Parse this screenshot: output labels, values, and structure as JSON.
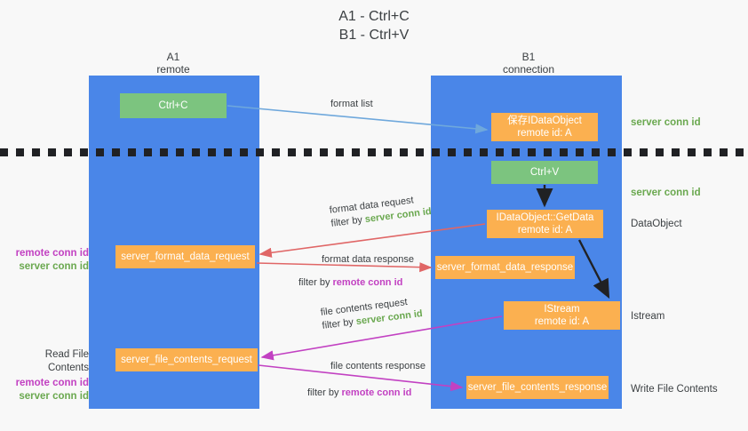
{
  "title": {
    "line1": "A1 - Ctrl+C",
    "line2": "B1 - Ctrl+V"
  },
  "columns": {
    "left": {
      "name": "A1",
      "role": "remote"
    },
    "right": {
      "name": "B1",
      "role": "connection"
    }
  },
  "nodes": {
    "ctrl_c": {
      "label": "Ctrl+C",
      "color": "#7cc47f"
    },
    "idataobject": {
      "label": "保存IDataObject",
      "sub": "remote id: A",
      "color": "#fbb050"
    },
    "ctrl_v": {
      "label": "Ctrl+V",
      "color": "#7cc47f"
    },
    "getdata": {
      "label": "IDataObject::GetData",
      "sub": "remote id: A",
      "color": "#fbb050"
    },
    "server_format_data_request": {
      "label": "server_format_data_request",
      "color": "#fbb050"
    },
    "server_format_data_response": {
      "label": "server_format_data_response",
      "color": "#fbb050"
    },
    "istream": {
      "label": "IStream",
      "sub": "remote id: A",
      "color": "#fbb050"
    },
    "server_file_contents_request": {
      "label": "server_file_contents_request",
      "color": "#fbb050"
    },
    "server_file_contents_response": {
      "label": "server_file_contents_response",
      "color": "#fbb050"
    }
  },
  "edges": {
    "format_list": "format list",
    "format_data_request": "format data request",
    "format_data_request_filter_prefix": "filter by ",
    "format_data_request_filter_key": "server conn id",
    "format_data_response": "format data response",
    "format_data_response_filter_prefix": "filter by ",
    "format_data_response_filter_key": "remote conn id",
    "file_contents_request": "file contents request",
    "file_contents_request_filter_prefix": "filter by ",
    "file_contents_request_filter_key": "server conn id",
    "file_contents_response": "file contents response",
    "file_contents_response_filter_prefix": "filter by ",
    "file_contents_response_filter_key": "remote conn id"
  },
  "annotations": {
    "right": {
      "server_conn_id_top": "server conn id",
      "server_conn_id_mid": "server conn id",
      "dataobject": "DataObject",
      "istream": "Istream",
      "write_file_contents": "Write File Contents"
    },
    "left": {
      "remote_conn_id_1": "remote conn id",
      "server_conn_id_1": "server conn id",
      "read_file_contents": "Read File Contents",
      "remote_conn_id_2": "remote conn id",
      "server_conn_id_2": "server conn id"
    }
  },
  "colors": {
    "lane": "#4a86e8",
    "green_box": "#7cc47f",
    "orange_box": "#fbb050",
    "green_text": "#6aa84f",
    "purple_text": "#c241c2",
    "blue_arrow": "#6fa8dc",
    "red_arrow": "#e06666",
    "magenta_arrow": "#c241c2",
    "black_arrow": "#202124",
    "background": "#f8f8f8"
  }
}
